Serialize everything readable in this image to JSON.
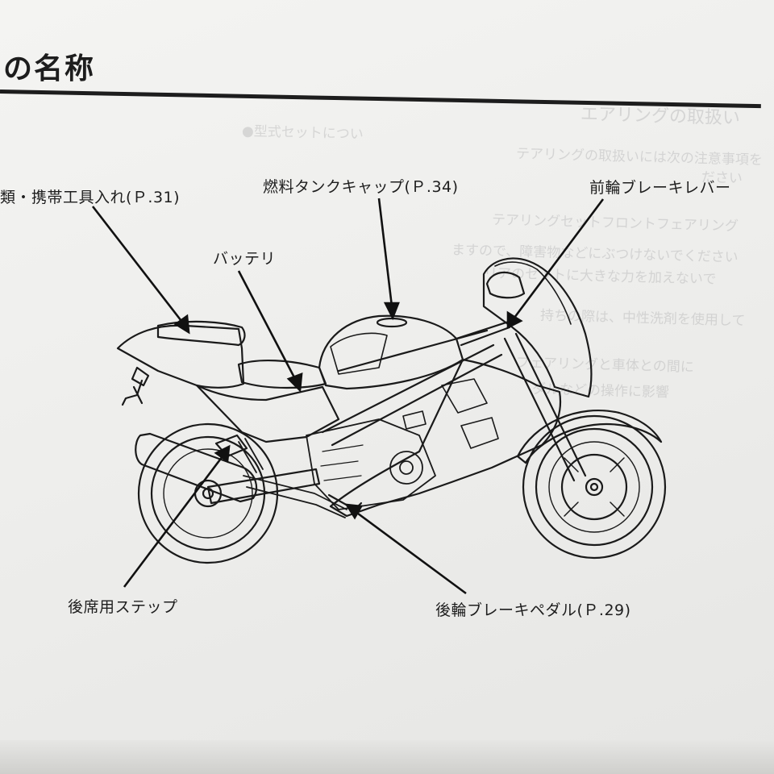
{
  "page": {
    "heading": "の名称",
    "ghost_heading": "エアリングの取扱い",
    "ghost_lines": [
      "●型式セットについ",
      "テアリングの取扱いには次の注意事項を",
      "ださい",
      "テアリングセットフロントフェアリング",
      "ますので、障害物などにぶつけないでください",
      "リアのセットに大きな力を加えないで",
      "持ちの際は、中性洗剤を使用して",
      "フェアリングと車体との間に",
      "ダルなどの操作に影響"
    ]
  },
  "callouts": {
    "tool_storage": "類・携帯工具入れ(Ｐ.31)",
    "fuel_cap": "燃料タンクキャップ(Ｐ.34)",
    "front_brake_lever": "前輪ブレーキレバー",
    "battery": "バッテリ",
    "passenger_step": "後席用ステップ",
    "rear_brake_pedal": "後輪ブレーキペダル(Ｐ.29)"
  },
  "illustration": {
    "subject": "sport-motorcycle-side-view",
    "line_color": "#1a1a1a",
    "paper_color": "#f1f1ef"
  }
}
